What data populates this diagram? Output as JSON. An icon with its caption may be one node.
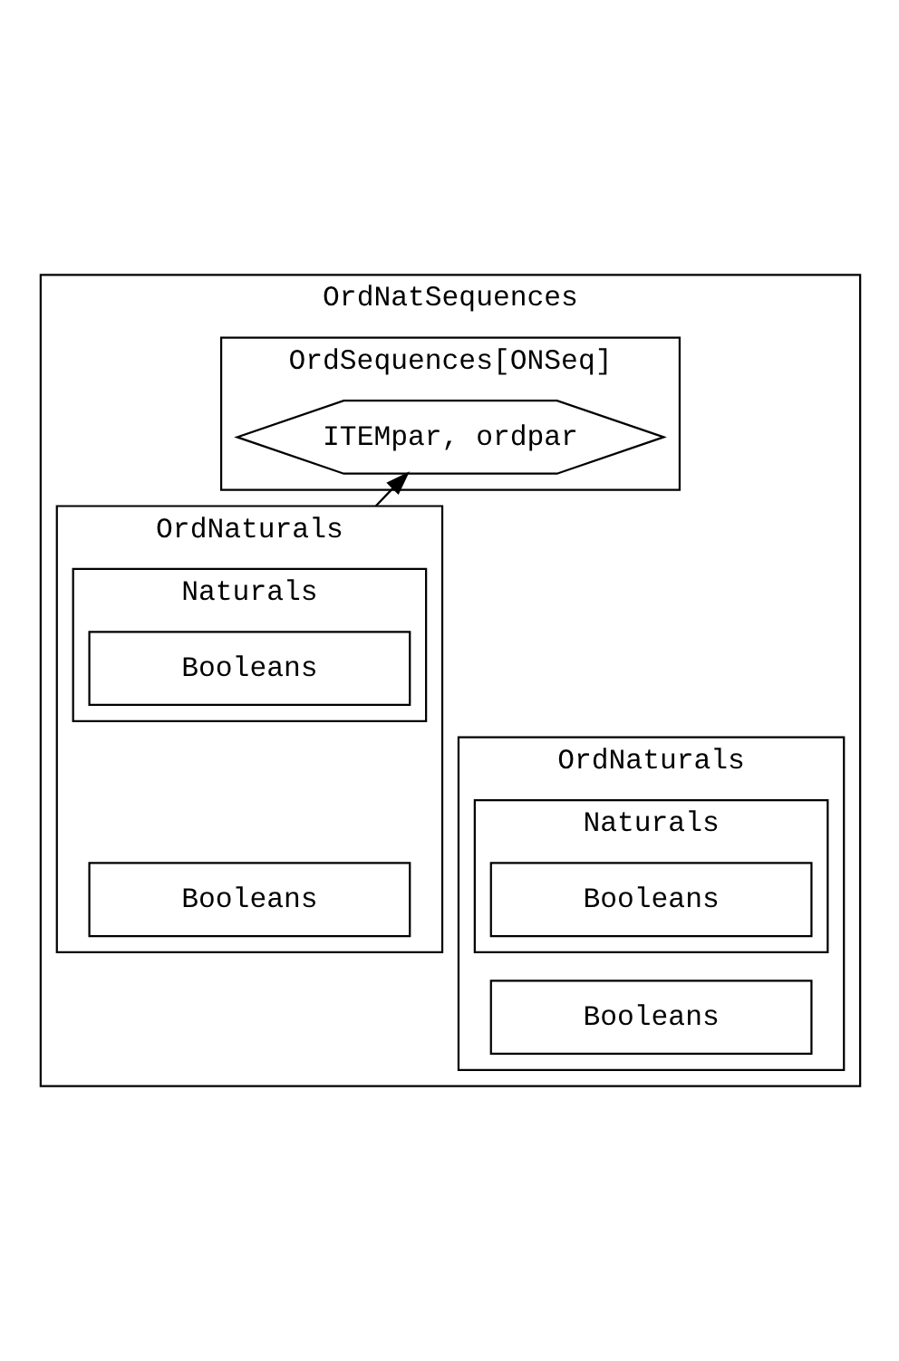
{
  "diagram": {
    "nodes": [
      {
        "text": [
          "OrdNatSequences"
        ]
      },
      {
        "text": [
          "OrdSequences[ONSeq]"
        ],
        "in": 0
      },
      {
        "text": [
          "ITEMpar, ordpar"
        ],
        "in": 1
      },
      {
        "text": [
          "OrdNaturals"
        ],
        "in": 0
      },
      {
        "text": [
          "Naturals"
        ],
        "in": 3
      },
      {
        "text": [
          "Booleans"
        ],
        "in": 4
      },
      {
        "text": [
          "Booleans"
        ],
        "in": 3
      },
      {
        "text": [
          "OrdNaturals"
        ],
        "in": 0
      },
      {
        "text": [
          "Naturals"
        ],
        "in": 7
      },
      {
        "text": [
          "Booleans"
        ],
        "in": 8
      },
      {
        "text": [
          "Booleans"
        ],
        "in": 7
      }
    ],
    "edges": [
      {
        "from": 3,
        "to": 2,
        "arrow": "to"
      }
    ]
  }
}
